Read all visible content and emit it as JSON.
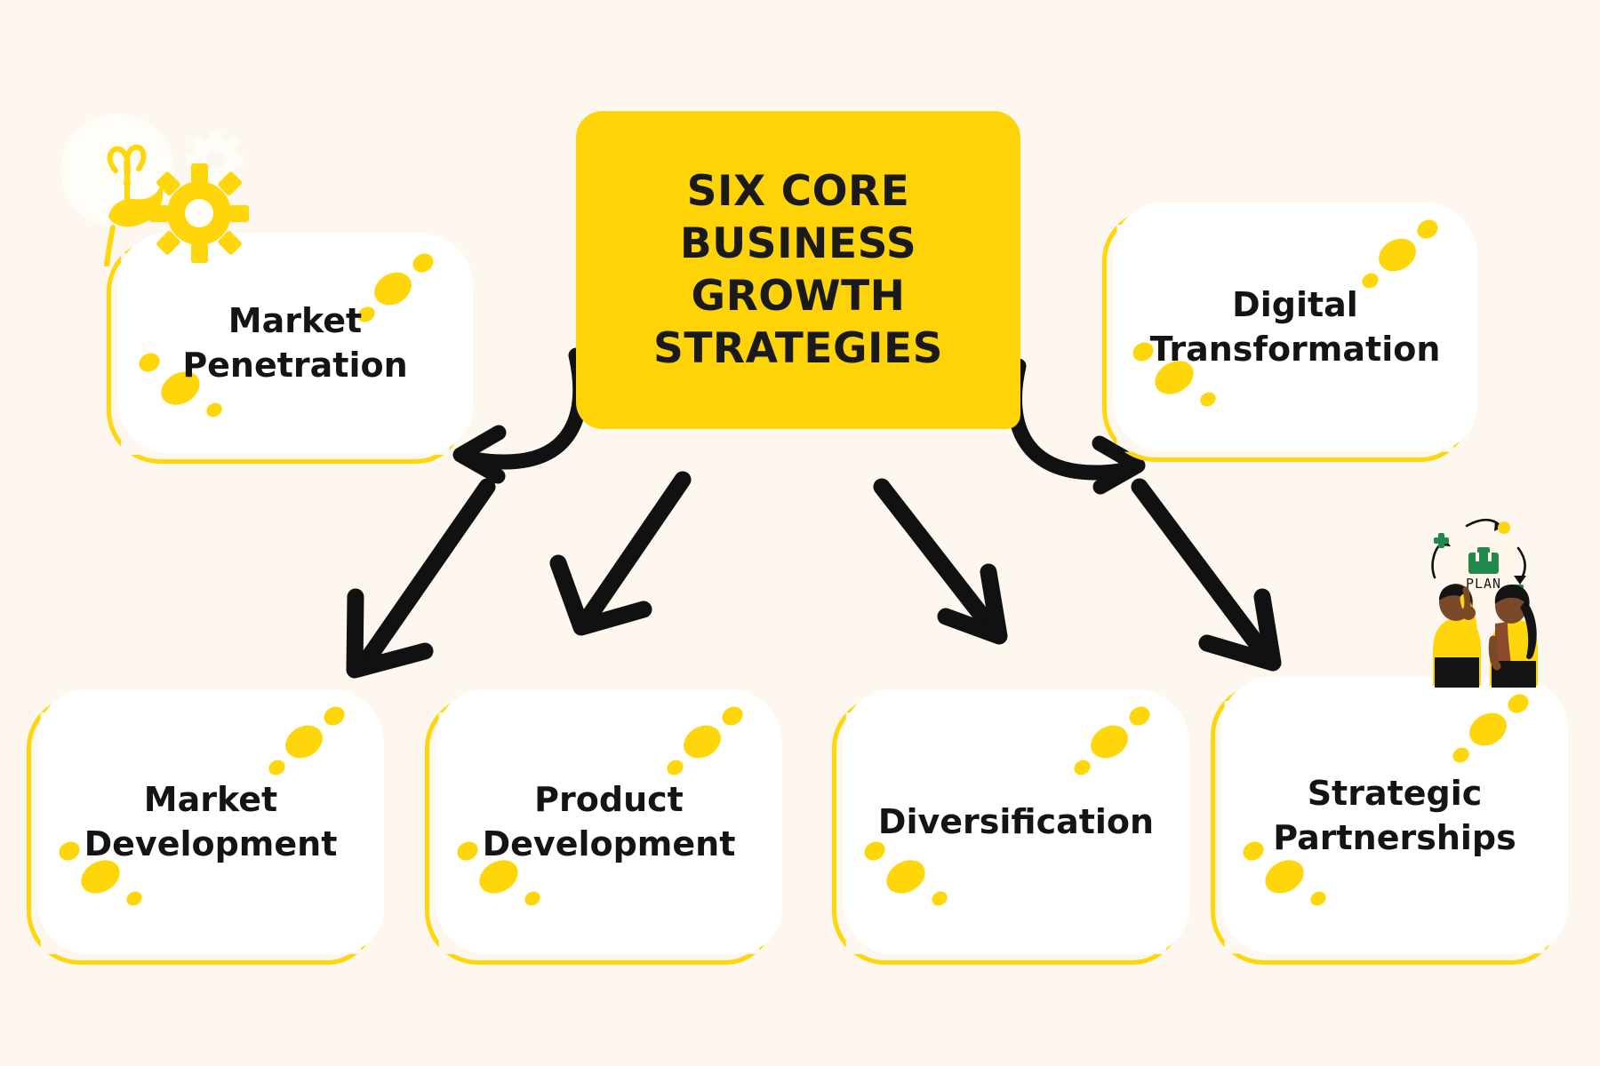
{
  "meta": {
    "background_color": "#fdf7f0",
    "accent_yellow": "#fed408",
    "outline_yellow": "#ffd60a",
    "ink": "#141414"
  },
  "hub": {
    "title": "Six Core\nBusiness\nGrowth\nStrategies"
  },
  "cards": [
    {
      "id": "market-penetration",
      "label": "Market\nPenetration"
    },
    {
      "id": "digital-transformation",
      "label": "Digital\nTransformation"
    },
    {
      "id": "market-development",
      "label": "Market\nDevelopment"
    },
    {
      "id": "product-development",
      "label": "Product\nDevelopment"
    },
    {
      "id": "diversification",
      "label": "Diversification"
    },
    {
      "id": "strategic-partnerships",
      "label": "Strategic\nPartnerships"
    }
  ],
  "illustration": {
    "board_label": "PLAN",
    "briefcase_color": "#1f8a4c",
    "shirt_color": "#ffd60a",
    "accent_green": "#1f8a4c",
    "accent_yellow": "#ffd60a"
  },
  "icons": {
    "lightbulb": "lightbulb-icon",
    "gear_large": "gear-icon",
    "gear_small": "gear-small-icon",
    "briefcase": "briefcase-icon"
  }
}
